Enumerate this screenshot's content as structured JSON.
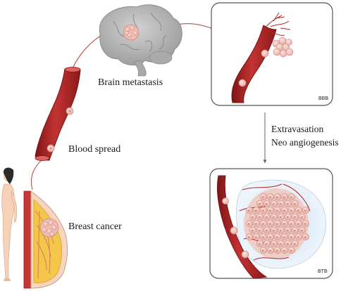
{
  "labels": {
    "brain_metastasis": "Brain metastasis",
    "blood_spread": "Blood spread",
    "breast_cancer": "Breast cancer",
    "extravasation": "Extravasation",
    "neo_angiogenesis": "Neo angiogenesis",
    "bbb": "BBB",
    "btb": "BTB"
  },
  "colors": {
    "vessel": "#b42525",
    "vessel_dark": "#8a1818",
    "cell": "#f3c9c0",
    "cell_stroke": "#c98c82",
    "tumor": "#f0c4bc",
    "brain": "#b8b8b8",
    "skin": "#f6d3b8",
    "gland": "#f4c64a",
    "connector": "#b04040",
    "panel_border": "#555555"
  }
}
